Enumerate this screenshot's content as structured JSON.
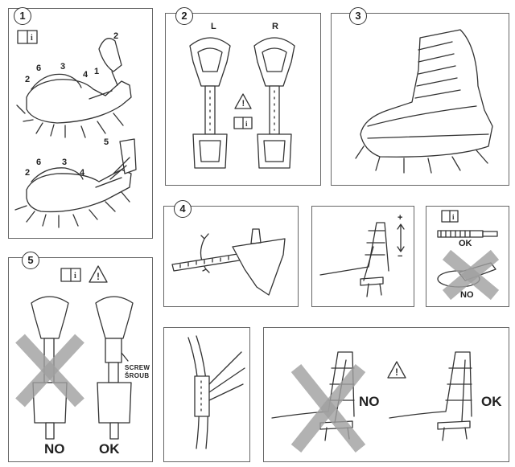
{
  "panels": {
    "p1": {
      "step": "1",
      "labels": [
        "2",
        "6",
        "3",
        "4",
        "1",
        "2",
        "5",
        "6",
        "3",
        "4",
        "2"
      ]
    },
    "p2": {
      "step": "2",
      "left": "L",
      "right": "R"
    },
    "p3": {
      "step": "3"
    },
    "p4": {
      "step": "4",
      "plus": "+",
      "minus": "−",
      "ok": "OK",
      "no": "NO"
    },
    "p5": {
      "step": "5",
      "screw_line1": "SCREW",
      "screw_line2": "ŠROUB",
      "no": "NO",
      "ok": "OK"
    },
    "p7": {
      "no": "NO",
      "ok": "OK"
    }
  },
  "icons": [
    "book-info-icon",
    "warning-triangle-icon",
    "adjust-arrows-icon",
    "file-tool-icon",
    "grinder-tool-icon"
  ]
}
